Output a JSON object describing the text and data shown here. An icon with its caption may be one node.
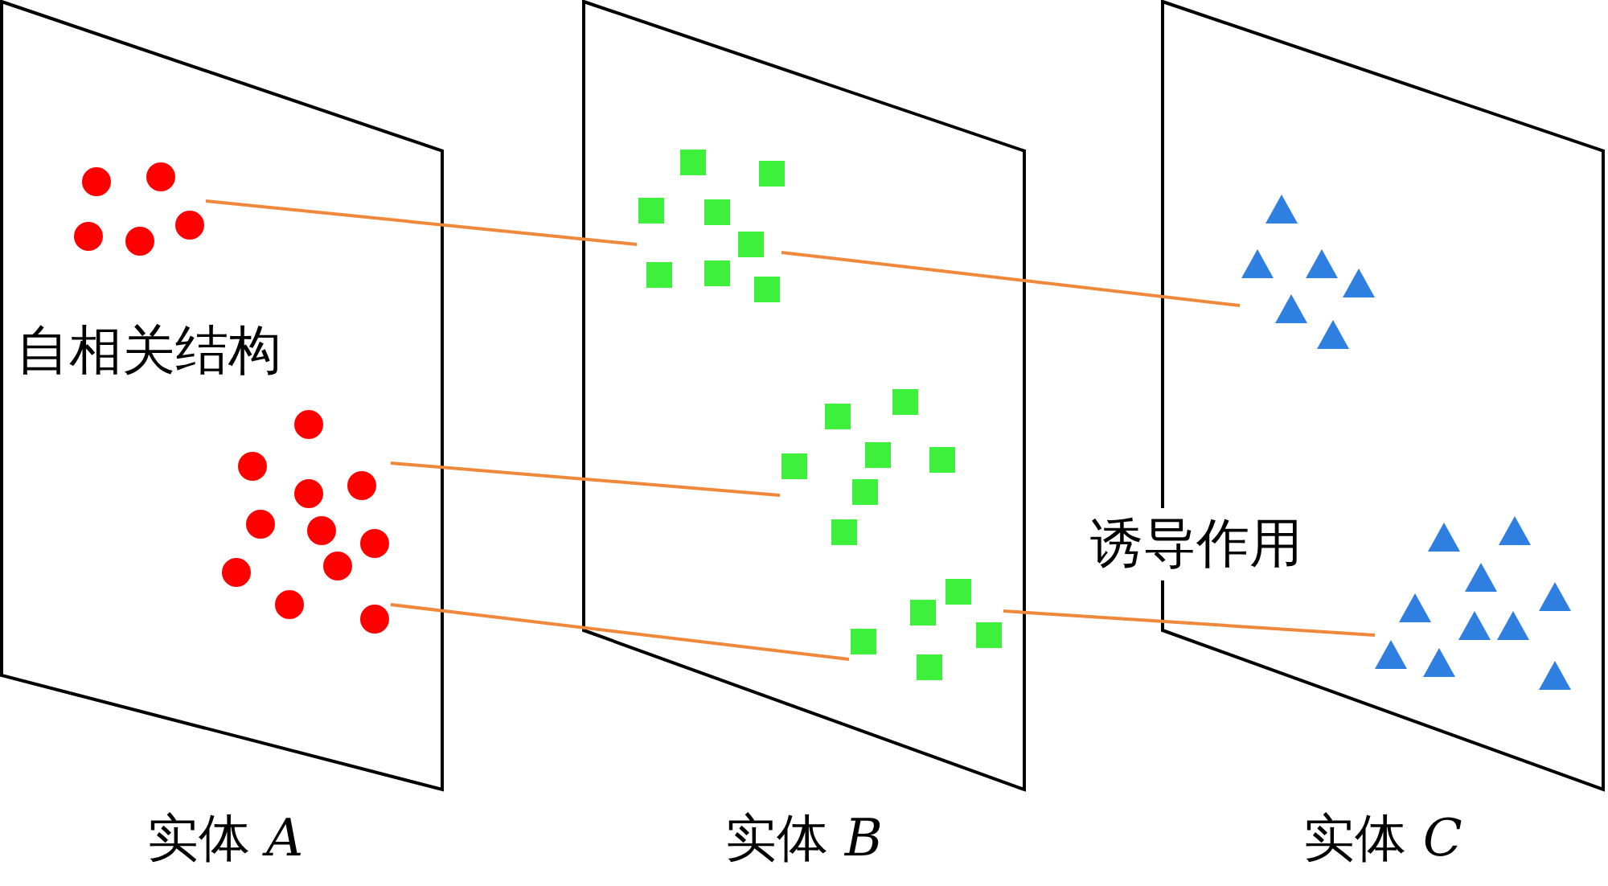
{
  "diagram": {
    "nodes": [
      {
        "text": [],
        "shape": "box",
        "beside": [
          "实体 *A*"
        ]
      },
      {
        "text": [],
        "shape": "box",
        "beside": [
          "实体 *B*"
        ]
      },
      {
        "text": [],
        "shape": "box",
        "beside": [
          "实体 *C*"
        ]
      },
      {
        "text": [],
        "shape": "dots",
        "in": 0
      },
      {
        "text": [],
        "shape": "dots",
        "in": 0
      },
      {
        "text": [],
        "shape": "squares",
        "in": 1
      },
      {
        "text": [],
        "shape": "squares",
        "in": 1
      },
      {
        "text": [],
        "shape": "squares",
        "in": 1
      },
      {
        "text": [],
        "shape": "triangles",
        "in": 2
      },
      {
        "text": [],
        "shape": "triangles",
        "in": 2
      }
    ],
    "edges": [
      {
        "from": 3,
        "to": 5,
        "arrow": "none"
      },
      {
        "from": 5,
        "to": 8,
        "arrow": "none"
      },
      {
        "from": 4,
        "to": 6,
        "arrow": "none"
      },
      {
        "from": 4,
        "to": 7,
        "arrow": "none"
      },
      {
        "from": 7,
        "to": 9,
        "arrow": "none"
      }
    ],
    "labels": [
      "自相关结构",
      "诱导作用"
    ]
  }
}
